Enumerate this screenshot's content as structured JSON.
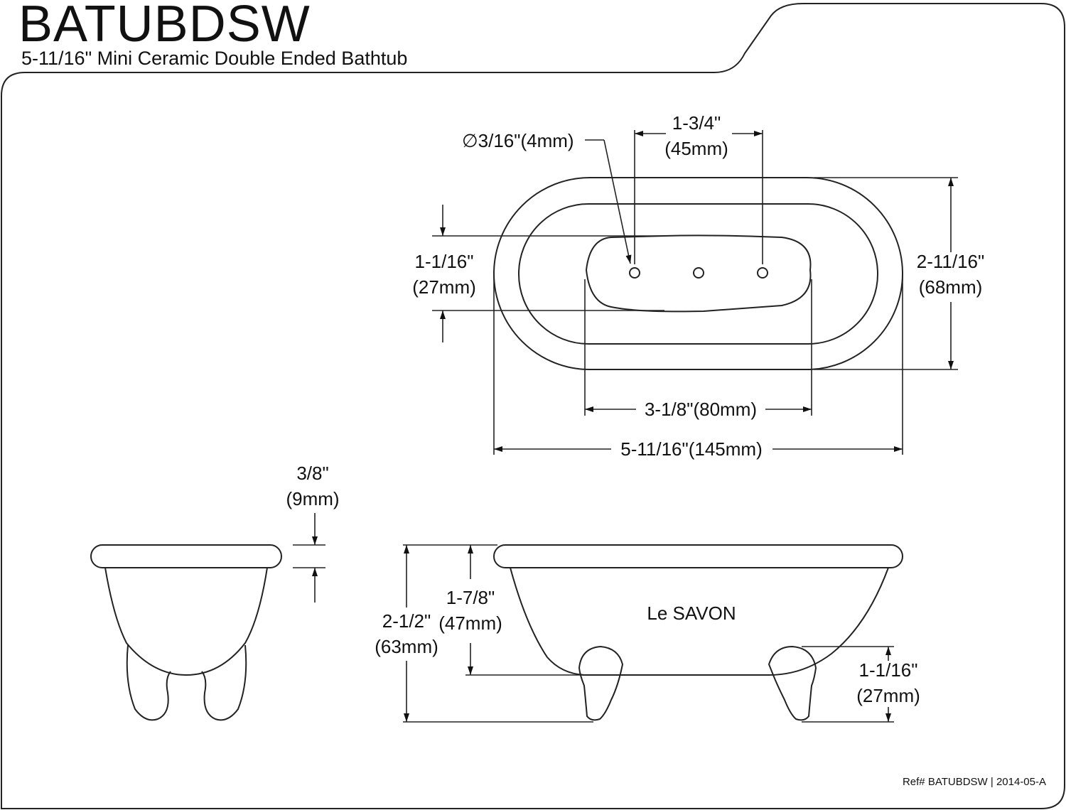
{
  "header": {
    "model": "BATUBDSW",
    "description": "5-11/16\" Mini Ceramic Double Ended Bathtub"
  },
  "top_view": {
    "hole_diameter": "∅3/16\"(4mm)",
    "hole_spacing": [
      "1-3/4\"",
      "(45mm)"
    ],
    "recess_depth": [
      "1-1/16\"",
      "(27mm)"
    ],
    "overall_width": [
      "2-11/16\"",
      "(68mm)"
    ],
    "inner_length": "3-1/8\"(80mm)",
    "overall_length": "5-11/16\"(145mm)"
  },
  "end_view": {
    "rim_thickness": [
      "3/8\"",
      "(9mm)"
    ]
  },
  "side_view": {
    "overall_height": [
      "2-1/2\"",
      "(63mm)"
    ],
    "body_height": [
      "1-7/8\"",
      "(47mm)"
    ],
    "foot_height": [
      "1-1/16\"",
      "(27mm)"
    ],
    "brand_text": "Le SAVON"
  },
  "footer": {
    "reference": "Ref# BATUBDSW | 2014-05-A"
  }
}
